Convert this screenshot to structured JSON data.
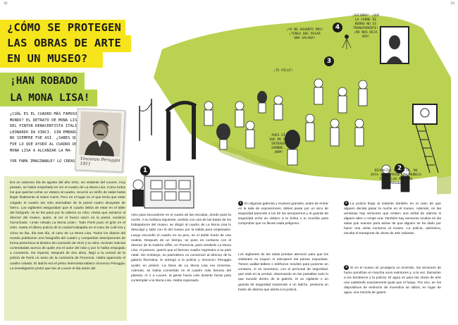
{
  "pages": {
    "left": "32",
    "right": "33"
  },
  "title": {
    "line1": "¿CÓMO SE PROTEGEN",
    "line2": "LAS OBRAS DE ARTE",
    "line3": "EN UN MUSEO?"
  },
  "subtitle": {
    "line1": "¡HAN ROBADO",
    "line2": "LA MONA LISA!"
  },
  "intro": "¿CUÁL ES EL CUADRO MÁS FAMOSO DEL MUNDO? EL RETRATO DE MONA LISA DEL PINTOR RENACENTISTA ITALIANO LEONARDO DA VINCI. SIN EMBARGO, NO SIEMPRE FUE ASÍ. ¿SABES QUE FUE LO QUE AYUDÓ AL CUADRO DE LA MONA LISA A ALCANZAR LA MA-",
  "intro_tail": "YOR FAMA IMAGINABLE? LO CREAS O NO, ¡UN ROBO!",
  "portrait_caption": "Vincenzo Peruggia 1911",
  "body_left": "Era un caluroso día de agosto del año 1911. Un visitante del Louvre, muy pesado, se había empeñado en ver el cuadro de La Mona Lisa. Como todos los que querían echar un vistazo al cuadro, recorrió un sinfín de salas hasta llegar finalmente al Salon Carré. Pero en el lugar en el que tenía que estar colgado el cuadro tan solo asomaban de la pared cuatro alcayatas de hierro. Los vigilantes aseguraban que el cuadro debía de estar en el taller del fotógrafo. Ni se les pasó por la cabeza un robo. Hasta que avisaron al director del museo, quien, al ver el hueco vacío en la pared, exclamó horrorizado: «¡Han robado La Mona Lisa!». Todo París puso el grito en el cielo. Hasta el último policía de la ciudad trabajaba en el caso de cuál era y cómo se iba, día tras día, el caso de La Mona Lisa. Todos los diarios del mundo publicaron una fotografía del cuadro y compartían descripciones de forma pintoresca al destino de Leonardo da Vinci y su obra. Incluían noticias contrastadas acerca de quién era el autor del robo y por lo había empujado a cometerlo. De repente, después de dos años, llegó a la central de la policía de París un aviso de la comisaría de Florencia. Había aparecido el cuadro robado. El ladrón era el pintor interiorista italiano Vincenzo Peruggia. La investigación probó que fue al Louvre el día antes del",
  "body_mid": "robo para esconderse en el cuarto de las escobas, donde pasó la noche. A la mañana siguiente, vestido con una de las batas de los trabajadores del museo, se dirigió al cuadro de La Mona Lisa lo descolgó y salió con él del museo por la salida para empleados. Luego escondió el cuadro en su piso, en el doble fondo de una maleta. Después de un tiempo, se puso en contacto con el director de la Galería Uffizi, en Florencia, para venderle La Mona Lisa. Al parecer, quería que el famoso cuadro regresara a su país natal. Sin embargo, su patriotismo no convenció al director de la galería florentina, le entregó a la policía y Vincenzo Peruggia acabó en prisión. La fama de La Mona Lisa era inmensa. Además, se había convertido en el cuadro más famoso del planeta. Al ir a Louvre, la gente hacía cola durante horas para contemplar a la Mona Lisa. Había regresado.",
  "col1": "En algunas galerías y museos grandes, antes de entrar en la sala de exposiciones, debes pasar por un arco de seguridad parecido a los de los aeropuertos y el guarda de seguridad echa un vistazo a tu bolsa o tu mochila para comprobar que no llevas nada peligroso.",
  "col2": "Los vigilantes de las salas prestan atención para que los visitantes no toquen ni estropeen las piezas expuestas. Tienen walkie-talkies o teléfonos móviles para ponerse en contacto, si es necesario, con el personal de seguridad, que está en la central, observando en las pantallas todo lo que sucede dentro de la galería. Si un vigilante o un guarda de seguridad sorprende a un ladrón, presiona un botón de alarma que alerta a la policía.",
  "col3": "La policía llega al instante también en el caso de que alguien decida pasar la noche en el museo. Además, en las ventanas hay sensores que emiten una señal de alarma si alguien abre o rompe una. También hay sensores ocultos en las salas que suenan para avisar de que alguien se ha dado por hacer una visita nocturna al museo. La policía, asimismo, escolta el transporte de obras de arte valiosas.",
  "col4": "Si en el museo se produjera un incendio, los sensores de humo pondrían en marcha unos extintores y, a la vez, llamarían a los bomberos y la policía. El agua es para las obras de arte una catástrofe exactamente igual que el fuego. Por eso, en los dispositivos de extinción de incendios se utiliza, en lugar de agua, una mezcla de gases.",
  "markers": {
    "m1": "1",
    "m2": "2",
    "m3": "3",
    "m4": "4"
  },
  "bubbles": {
    "b1": "¡YA NO AGUANTO MÁS! ¡TENGO QUE PEGAR UNA GALADA!",
    "b2": "¡SOCORRO! ¡QUE LA CARNE DE BURRO NO ES TRANSPARENTE! ¡NO NOS DEJA VER!",
    "b3": "¡TE PILLÉ!",
    "b4": "PUES SÍ QUE ME HA ENTRADO HAMBRE. ¡ÑAM!",
    "b5": "DESPACIO, DESPACIO, NO VAYA A ROMPERSE UNA MUÑECA Y CON LAS MANITAS ESPOSADAS."
  }
}
